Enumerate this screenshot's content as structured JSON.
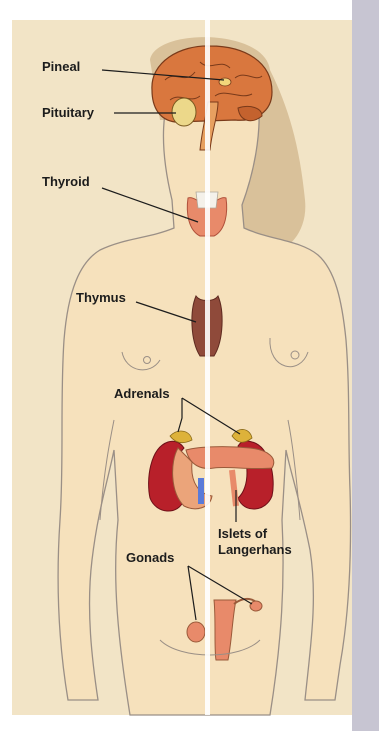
{
  "labels": {
    "pineal": "Pineal",
    "pituitary": "Pituitary",
    "thyroid": "Thyroid",
    "thymus": "Thymus",
    "adrenals": "Adrenals",
    "islets_line1": "Islets of",
    "islets_line2": "Langerhans",
    "gonads": "Gonads"
  },
  "colors": {
    "background": "#f2e4c6",
    "skin": "#f6e1bc",
    "outline": "#9a8f86",
    "hair": "#d9c19a",
    "brain": "#d9773e",
    "gland": "#e88a6a",
    "kidney": "#b8202a",
    "adrenal": "#ddb23a",
    "thymus": "#8f4a3a",
    "midline": "#ffffff",
    "frame_edge": "#c7c5d2"
  }
}
